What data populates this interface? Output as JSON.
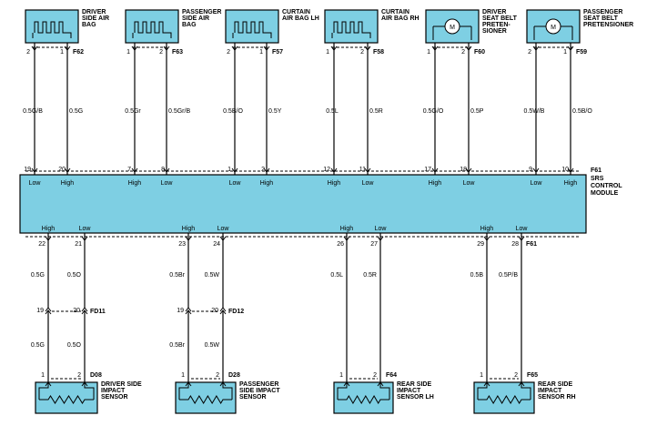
{
  "module": {
    "label_lines": [
      "SRS",
      "CONTROL",
      "MODULE"
    ],
    "top_connector": "F61",
    "bottom_connector": "F61",
    "color": "#7ecfe3"
  },
  "top_components": [
    {
      "name": "driver-side-air-bag",
      "label_lines": [
        "DRIVER",
        "SIDE AIR",
        "BAG"
      ],
      "connector": "F62",
      "type": "squib",
      "pins": [
        "2",
        "1"
      ],
      "wires": [
        "0.5G/B",
        "0.5G"
      ],
      "module_pins": [
        "19",
        "20"
      ],
      "ports": [
        "Low",
        "High"
      ]
    },
    {
      "name": "passenger-side-air-bag",
      "label_lines": [
        "PASSENGER",
        "SIDE AIR",
        "BAG"
      ],
      "connector": "F63",
      "type": "squib",
      "pins": [
        "1",
        "2"
      ],
      "wires": [
        "0.5Gr",
        "0.5Gr/B"
      ],
      "module_pins": [
        "7",
        "8"
      ],
      "ports": [
        "High",
        "Low"
      ]
    },
    {
      "name": "curtain-air-bag-lh",
      "label_lines": [
        "CURTAIN",
        "AIR BAG LH"
      ],
      "connector": "F57",
      "type": "squib",
      "pins": [
        "2",
        "1"
      ],
      "wires": [
        "0.5B/O",
        "0.5Y"
      ],
      "module_pins": [
        "1",
        "2"
      ],
      "ports": [
        "Low",
        "High"
      ]
    },
    {
      "name": "curtain-air-bag-rh",
      "label_lines": [
        "CURTAIN",
        "AIR BAG RH"
      ],
      "connector": "F58",
      "type": "squib",
      "pins": [
        "1",
        "2"
      ],
      "wires": [
        "0.5L",
        "0.5R"
      ],
      "module_pins": [
        "12",
        "11"
      ],
      "ports": [
        "High",
        "Low"
      ]
    },
    {
      "name": "driver-seat-belt-pretensioner",
      "label_lines": [
        "DRIVER",
        "SEAT BELT",
        "PRETEN-",
        "SIONER"
      ],
      "connector": "F60",
      "type": "motor",
      "pins": [
        "1",
        "2"
      ],
      "wires": [
        "0.5G/O",
        "0.5P"
      ],
      "module_pins": [
        "17",
        "18"
      ],
      "ports": [
        "High",
        "Low"
      ]
    },
    {
      "name": "passenger-seat-belt-pretensioner",
      "label_lines": [
        "PASSENGER",
        "SEAT BELT",
        "PRETENSIONER"
      ],
      "connector": "F59",
      "type": "motor",
      "pins": [
        "2",
        "1"
      ],
      "wires": [
        "0.5W/B",
        "0.5B/O"
      ],
      "module_pins": [
        "9",
        "10"
      ],
      "ports": [
        "Low",
        "High"
      ]
    }
  ],
  "bottom_components": [
    {
      "name": "driver-side-impact-sensor",
      "label_lines": [
        "DRIVER SIDE",
        "IMPACT",
        "SENSOR"
      ],
      "connector": "D08",
      "module_pins": [
        "22",
        "21"
      ],
      "ports": [
        "High",
        "Low"
      ],
      "wires_upper": [
        "0.5G",
        "0.5O"
      ],
      "inline": {
        "connector": "FD11",
        "pins": [
          "19",
          "20"
        ]
      },
      "wires_lower": [
        "0.5G",
        "0.5O"
      ],
      "sensor_pins": [
        "1",
        "2"
      ]
    },
    {
      "name": "passenger-side-impact-sensor",
      "label_lines": [
        "PASSENGER",
        "SIDE IMPACT",
        "SENSOR"
      ],
      "connector": "D28",
      "module_pins": [
        "23",
        "24"
      ],
      "ports": [
        "High",
        "Low"
      ],
      "wires_upper": [
        "0.5Br",
        "0.5W"
      ],
      "inline": {
        "connector": "FD12",
        "pins": [
          "19",
          "20"
        ]
      },
      "wires_lower": [
        "0.5Br",
        "0.5W"
      ],
      "sensor_pins": [
        "1",
        "2"
      ]
    },
    {
      "name": "rear-side-impact-sensor-lh",
      "label_lines": [
        "REAR SIDE",
        "IMPACT",
        "SENSOR LH"
      ],
      "connector": "F64",
      "module_pins": [
        "26",
        "27"
      ],
      "ports": [
        "High",
        "Low"
      ],
      "wires_upper": [
        "0.5L",
        "0.5R"
      ],
      "inline": null,
      "wires_lower": [],
      "sensor_pins": [
        "1",
        "2"
      ]
    },
    {
      "name": "rear-side-impact-sensor-rh",
      "label_lines": [
        "REAR SIDE",
        "IMPACT",
        "SENSOR RH"
      ],
      "connector": "F65",
      "module_pins": [
        "29",
        "28"
      ],
      "ports": [
        "High",
        "Low"
      ],
      "wires_upper": [
        "0.5B",
        "0.5P/B"
      ],
      "inline": null,
      "wires_lower": [],
      "sensor_pins": [
        "1",
        "2"
      ]
    }
  ],
  "colors": {
    "component_fill": "#7ecfe3",
    "line": "#000000"
  }
}
